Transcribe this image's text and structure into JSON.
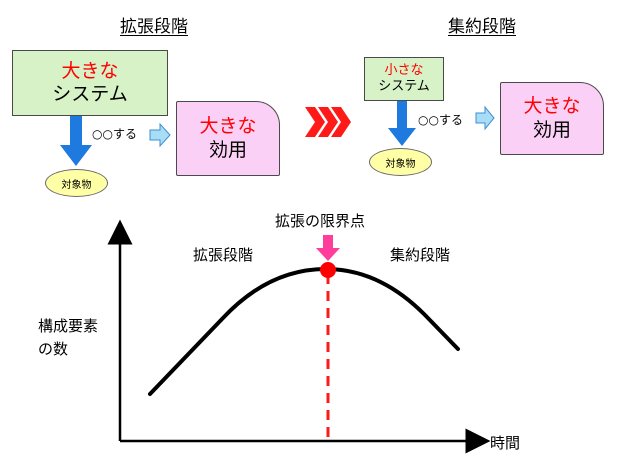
{
  "top_left": {
    "title": "拡張段階",
    "system_box": {
      "line1": "大きな",
      "line2": "システム"
    },
    "action_label": "○○する",
    "effect_box": {
      "line1": "大きな",
      "line2": "効用"
    },
    "target_label": "対象物"
  },
  "top_right": {
    "title": "集約段階",
    "system_box": {
      "line1": "小さな",
      "line2": "システム"
    },
    "action_label": "○○する",
    "effect_box": {
      "line1": "大きな",
      "line2": "効用"
    },
    "target_label": "対象物"
  },
  "chart": {
    "peak_label": "拡張の限界点",
    "phase_left_label": "拡張段階",
    "phase_right_label": "集約段階",
    "ylabel_line1": "構成要素",
    "ylabel_line2": "の数",
    "xlabel": "時間"
  },
  "colors": {
    "green_box": "#d6f2c6",
    "pink_box": "#fbd0f6",
    "red_text": "#ff0000",
    "blue_arrow": "#1f7ae0",
    "light_blue_arrow": "#a9dcf7",
    "yellow_oval": "#ffffa6",
    "peak_marker": "#ff0000",
    "peak_arrow": "#ff3d9a"
  }
}
